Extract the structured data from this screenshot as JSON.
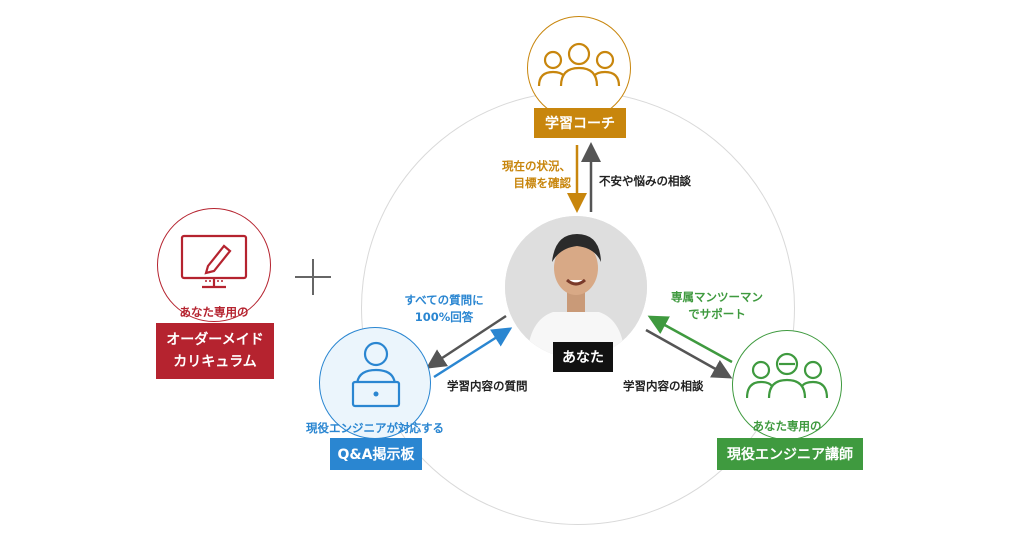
{
  "center": {
    "label": "あなた"
  },
  "coach": {
    "label": "学習コーチ",
    "arrow_down_text_line1": "現在の状況、",
    "arrow_down_text_line2": "目標を確認",
    "arrow_up_text": "不安や悩みの相談",
    "color": "#c8860d"
  },
  "curriculum": {
    "caption": "あなた専用の",
    "label_line1": "オーダーメイド",
    "label_line2": "カリキュラム",
    "color": "#b5232f"
  },
  "qa": {
    "caption": "現役エンジニアが対応する",
    "label": "Q&A掲示板",
    "answer_line1": "すべての質問に",
    "answer_line2": "100%回答",
    "question_text": "学習内容の質問",
    "color": "#2a86d1"
  },
  "instructor": {
    "caption": "あなた専用の",
    "label": "現役エンジニア講師",
    "support_line1": "専属マンツーマン",
    "support_line2": "でサポート",
    "consult_text": "学習内容の相談",
    "color": "#3f9a3f"
  },
  "icons": {
    "coach": "group-icon",
    "curriculum": "monitor-pencil-icon",
    "qa": "person-laptop-icon",
    "instructor": "engineers-group-icon",
    "plus": "plus-icon"
  }
}
